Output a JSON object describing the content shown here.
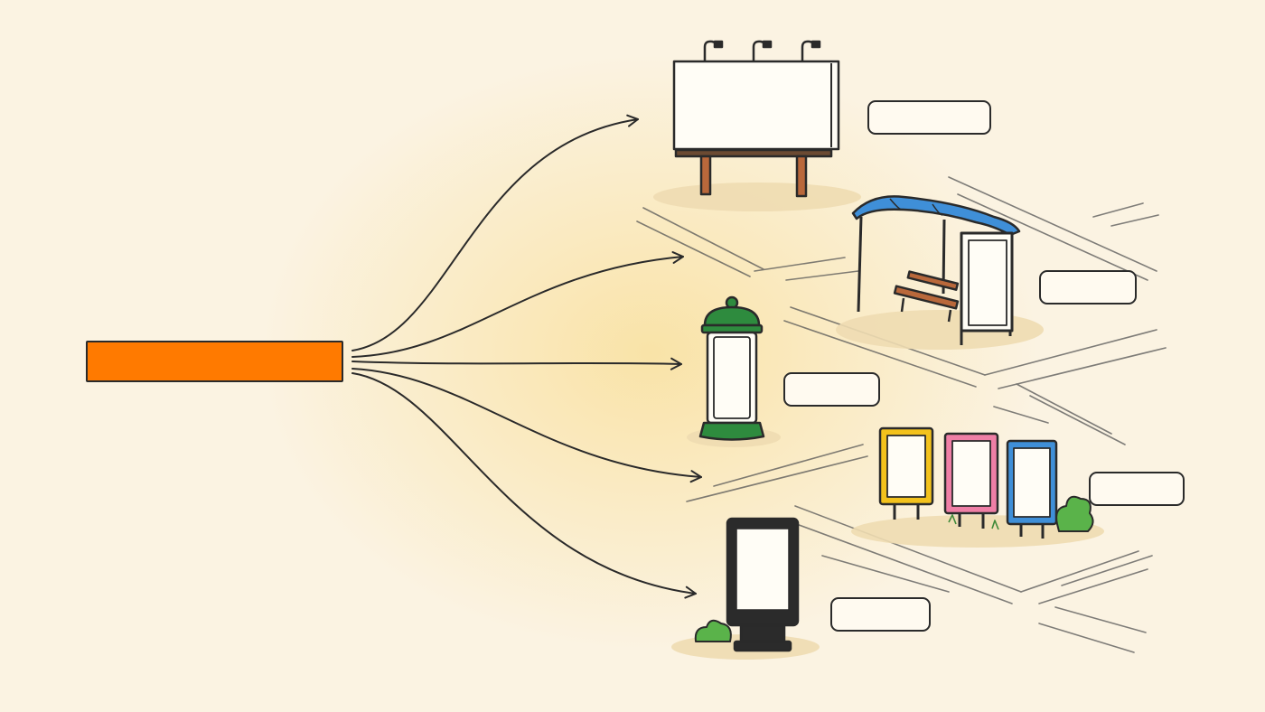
{
  "source": {
    "label": "",
    "color": "#ff7a00"
  },
  "colors": {
    "background": "#fbf3e2",
    "glow": "#f9e2a4",
    "ink": "#2a2a2a",
    "shelter_roof": "#3f8fd8",
    "column_green": "#2e8b3e",
    "panel_yellow": "#f3c21c",
    "panel_pink": "#ef7fa6",
    "panel_blue": "#3f8fd8",
    "ground": "#eedcb1"
  },
  "targets": [
    {
      "id": "billboard",
      "label": ""
    },
    {
      "id": "bus-shelter",
      "label": ""
    },
    {
      "id": "advertising-column",
      "label": ""
    },
    {
      "id": "panel-display",
      "label": ""
    },
    {
      "id": "digital-kiosk",
      "label": ""
    }
  ]
}
